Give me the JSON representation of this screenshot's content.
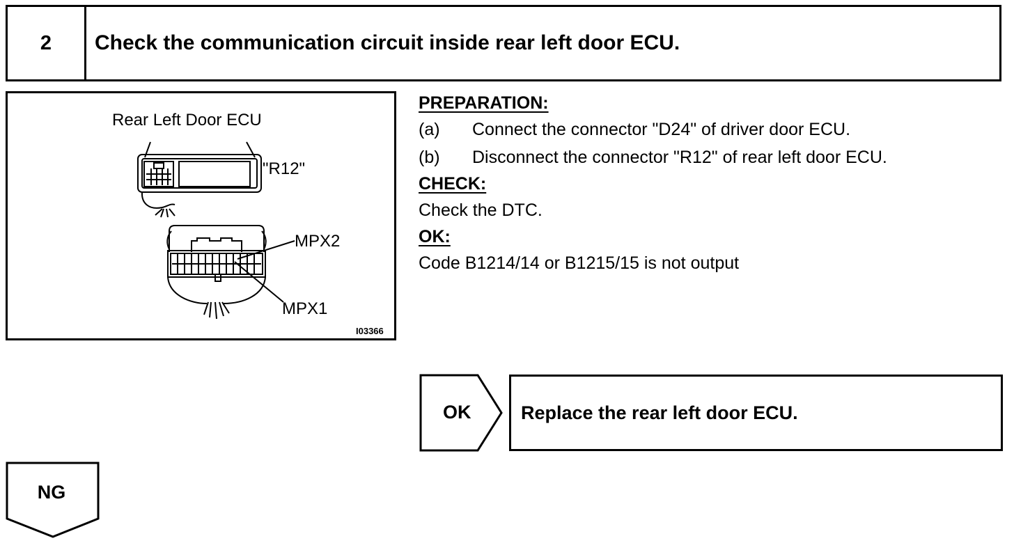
{
  "step": {
    "number": "2",
    "title": "Check the communication circuit inside rear left door ECU."
  },
  "diagram": {
    "title": "Rear Left Door ECU",
    "connector_label": "\"R12\"",
    "pin_labels": [
      "MPX2",
      "MPX1"
    ],
    "figure_id": "I03366"
  },
  "instructions": {
    "preparation_heading": "PREPARATION:",
    "preparation_steps": [
      {
        "marker": "(a)",
        "text": "Connect the connector \"D24\" of driver door ECU."
      },
      {
        "marker": "(b)",
        "text": "Disconnect the connector \"R12\" of rear left door ECU."
      }
    ],
    "check_heading": "CHECK:",
    "check_text": "Check the DTC.",
    "ok_heading": "OK:",
    "ok_text": "Code B1214/14 or B1215/15 is not output"
  },
  "results": {
    "ok_label": "OK",
    "ok_action": "Replace the rear left door ECU.",
    "ng_label": "NG"
  }
}
